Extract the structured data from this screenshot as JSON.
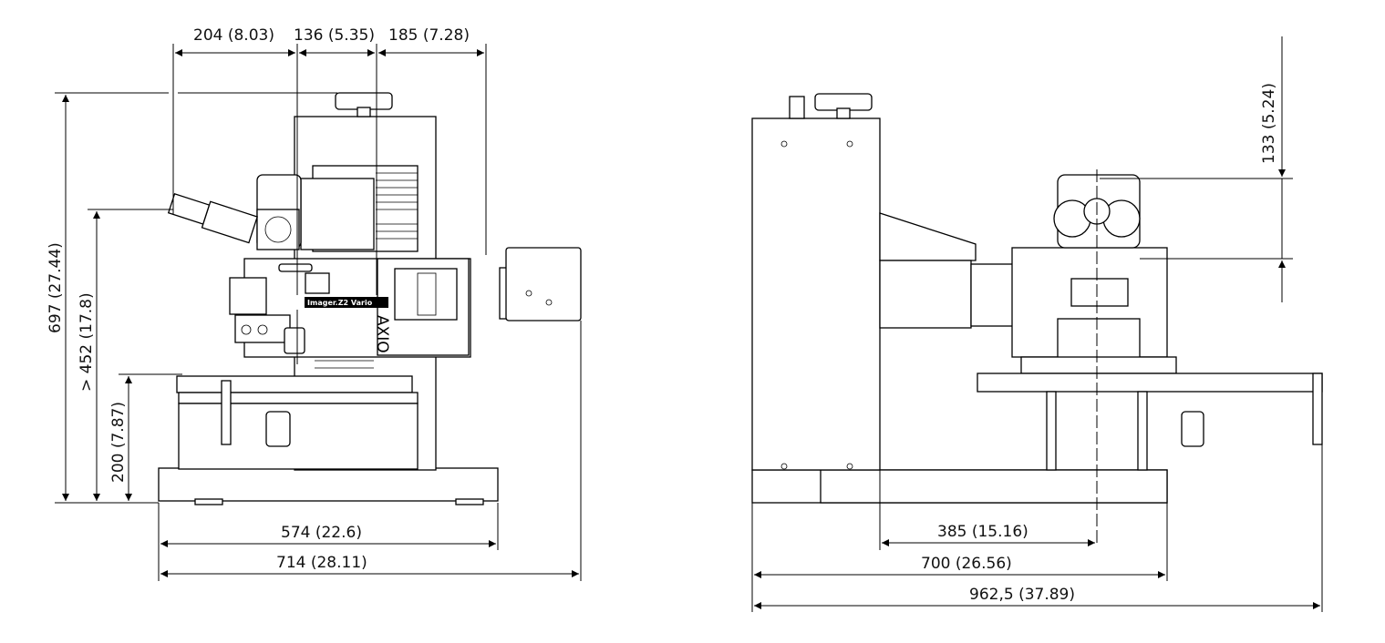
{
  "side_view": {
    "dimensions": {
      "top_1": "204 (8.03)",
      "top_2": "136 (5.35)",
      "top_3": "185 (7.28)",
      "height_total": "697 (27.44)",
      "height_eyepiece": "> 452 (17.8)",
      "height_stage": "200 (7.87)",
      "base_depth": "574 (22.6)",
      "total_depth": "714 (28.11)"
    },
    "product_label": "Imager.Z2 Vario",
    "brand_label": "AXIO"
  },
  "front_view": {
    "dimensions": {
      "top_height": "133 (5.24)",
      "center_offset": "385 (15.16)",
      "base_width": "700 (26.56)",
      "total_width": "962,5 (37.89)"
    }
  }
}
